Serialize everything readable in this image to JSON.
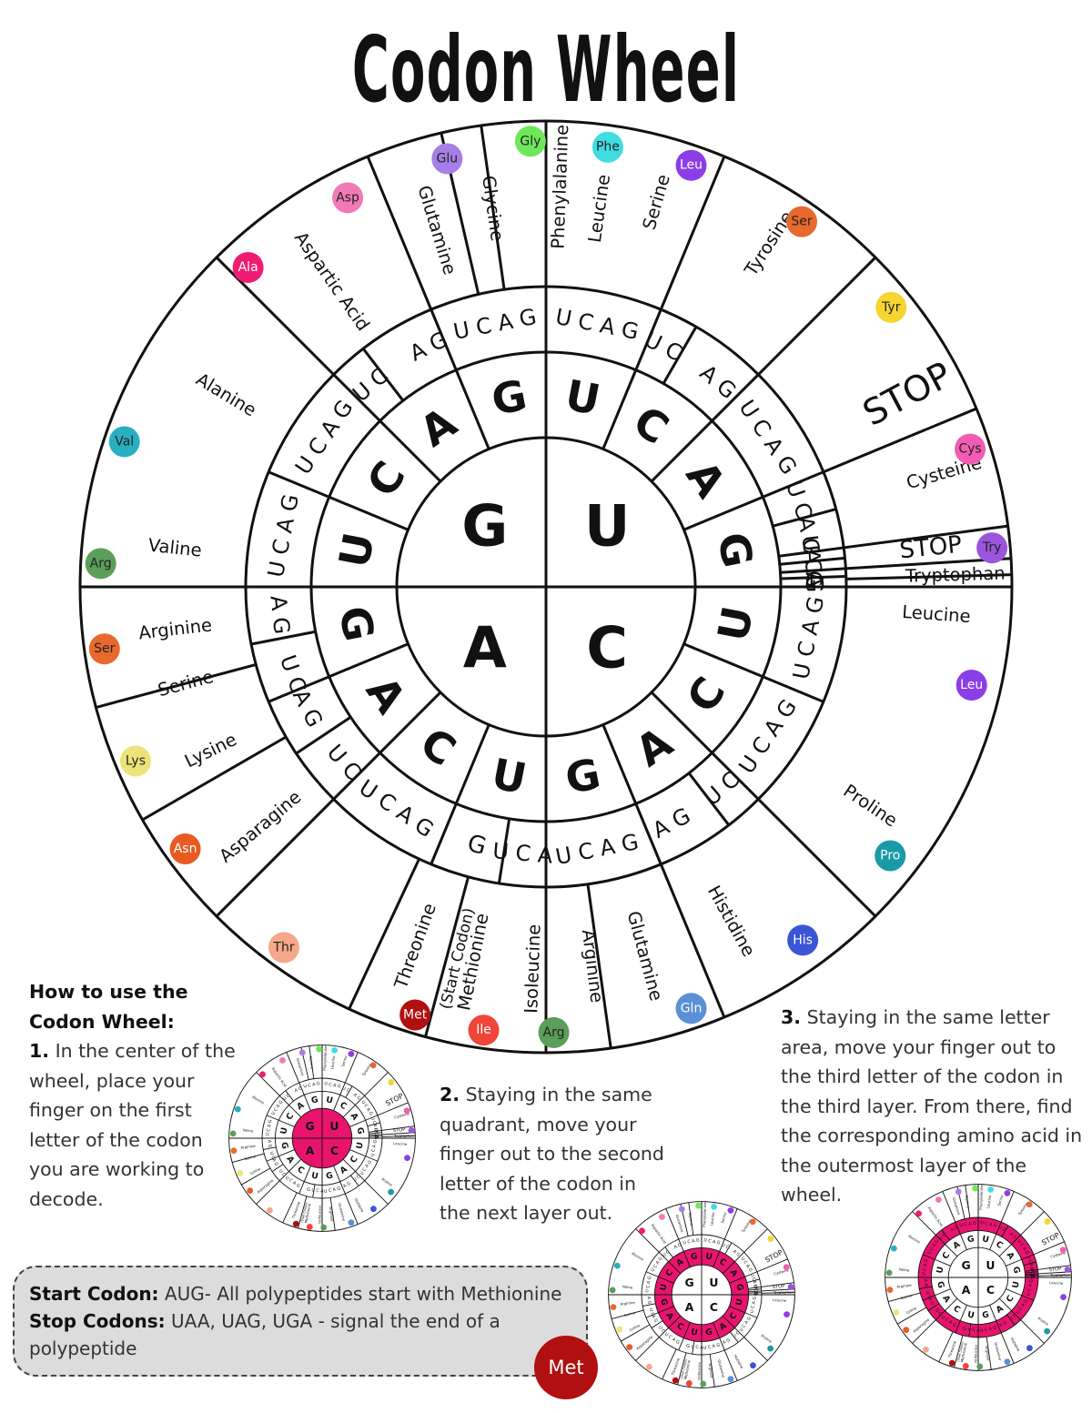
{
  "title": "Codon Wheel",
  "colors": {
    "highlight": "#e8146e",
    "met": "#b01010",
    "box": "#dcdcdc",
    "line": "#111111"
  },
  "wheel": {
    "inner": [
      "U",
      "C",
      "A",
      "G"
    ],
    "second": [
      [
        "U",
        "C",
        "A",
        "G"
      ],
      [
        "U",
        "C",
        "A",
        "G"
      ],
      [
        "U",
        "C",
        "A",
        "G"
      ],
      [
        "U",
        "C",
        "A",
        "G"
      ]
    ],
    "third": [
      "UCAG",
      "UC",
      "AG",
      "UCAG",
      "UC",
      "AG",
      "UC",
      "AG",
      "A",
      "G",
      "UCAG",
      "UCAG",
      "UC",
      "AG",
      "UCAG",
      "UCA",
      "G",
      "UCAG",
      "UC",
      "AG",
      "UC",
      "AG",
      "UCAG",
      "UCAG",
      "UC",
      "AG",
      "UCAG"
    ],
    "amino_names": [
      "Phenylalanine",
      "Leucine",
      "Serine",
      "Tyrosine",
      "STOP",
      "Cysteine",
      "STOP",
      "Tryptophan",
      "Leucine",
      "Proline",
      "Histidine",
      "Glutamine",
      "Arginine",
      "Isoleucine",
      "Methionine",
      "(Start Codon)",
      "Threonine",
      "Asparagine",
      "Lysine",
      "Serine",
      "Arginine",
      "Valine",
      "Alanine",
      "Aspartic Acid",
      "Glutamine",
      "Glycine"
    ],
    "badges": [
      {
        "label": "Phe",
        "color": "#40dde0"
      },
      {
        "label": "Leu",
        "color": "#8c3ee6"
      },
      {
        "label": "Ser",
        "color": "#e8692e"
      },
      {
        "label": "Tyr",
        "color": "#f5d532"
      },
      {
        "label": "Cys",
        "color": "#f25cb4"
      },
      {
        "label": "Try",
        "color": "#9a55dc"
      },
      {
        "label": "Leu",
        "color": "#8c3ee6"
      },
      {
        "label": "Pro",
        "color": "#1a9aa8"
      },
      {
        "label": "His",
        "color": "#3a55d6"
      },
      {
        "label": "Gln",
        "color": "#5b8fd6"
      },
      {
        "label": "Arg",
        "color": "#5b9e5a"
      },
      {
        "label": "Ile",
        "color": "#f0463a"
      },
      {
        "label": "Met",
        "color": "#b01010"
      },
      {
        "label": "Thr",
        "color": "#f5a88a"
      },
      {
        "label": "Asn",
        "color": "#e85a22"
      },
      {
        "label": "Lys",
        "color": "#ece47a"
      },
      {
        "label": "Ser",
        "color": "#e8692e"
      },
      {
        "label": "Arg",
        "color": "#5b9e5a"
      },
      {
        "label": "Val",
        "color": "#28b0c0"
      },
      {
        "label": "Ala",
        "color": "#f01c72"
      },
      {
        "label": "Asp",
        "color": "#f07ab8"
      },
      {
        "label": "Glu",
        "color": "#a77ee6"
      },
      {
        "label": "Gly",
        "color": "#6ee85a"
      }
    ]
  },
  "instructions": {
    "heading_line1": "How to use the",
    "heading_line2": "Codon Wheel:",
    "step1_num": "1.",
    "step1_text": " In the center of the wheel, place your finger on the first letter of the codon you are working to decode.",
    "step2_num": "2.",
    "step2_text": " Staying in the same quadrant, move your finger out to the second letter of the codon in the next layer out.",
    "step3_num": "3.",
    "step3_text": " Staying in the same letter area, move your finger out to the third letter of the codon in the third layer. From there, find the corresponding amino acid in the outermost layer of the wheel."
  },
  "codon_box": {
    "start_label": "Start Codon:",
    "start_text": " AUG- All polypeptides start with Methionine",
    "stop_label": "Stop Codons:",
    "stop_text": " UAA, UAG, UGA - signal the end of a polypeptide",
    "met_badge": "Met"
  }
}
